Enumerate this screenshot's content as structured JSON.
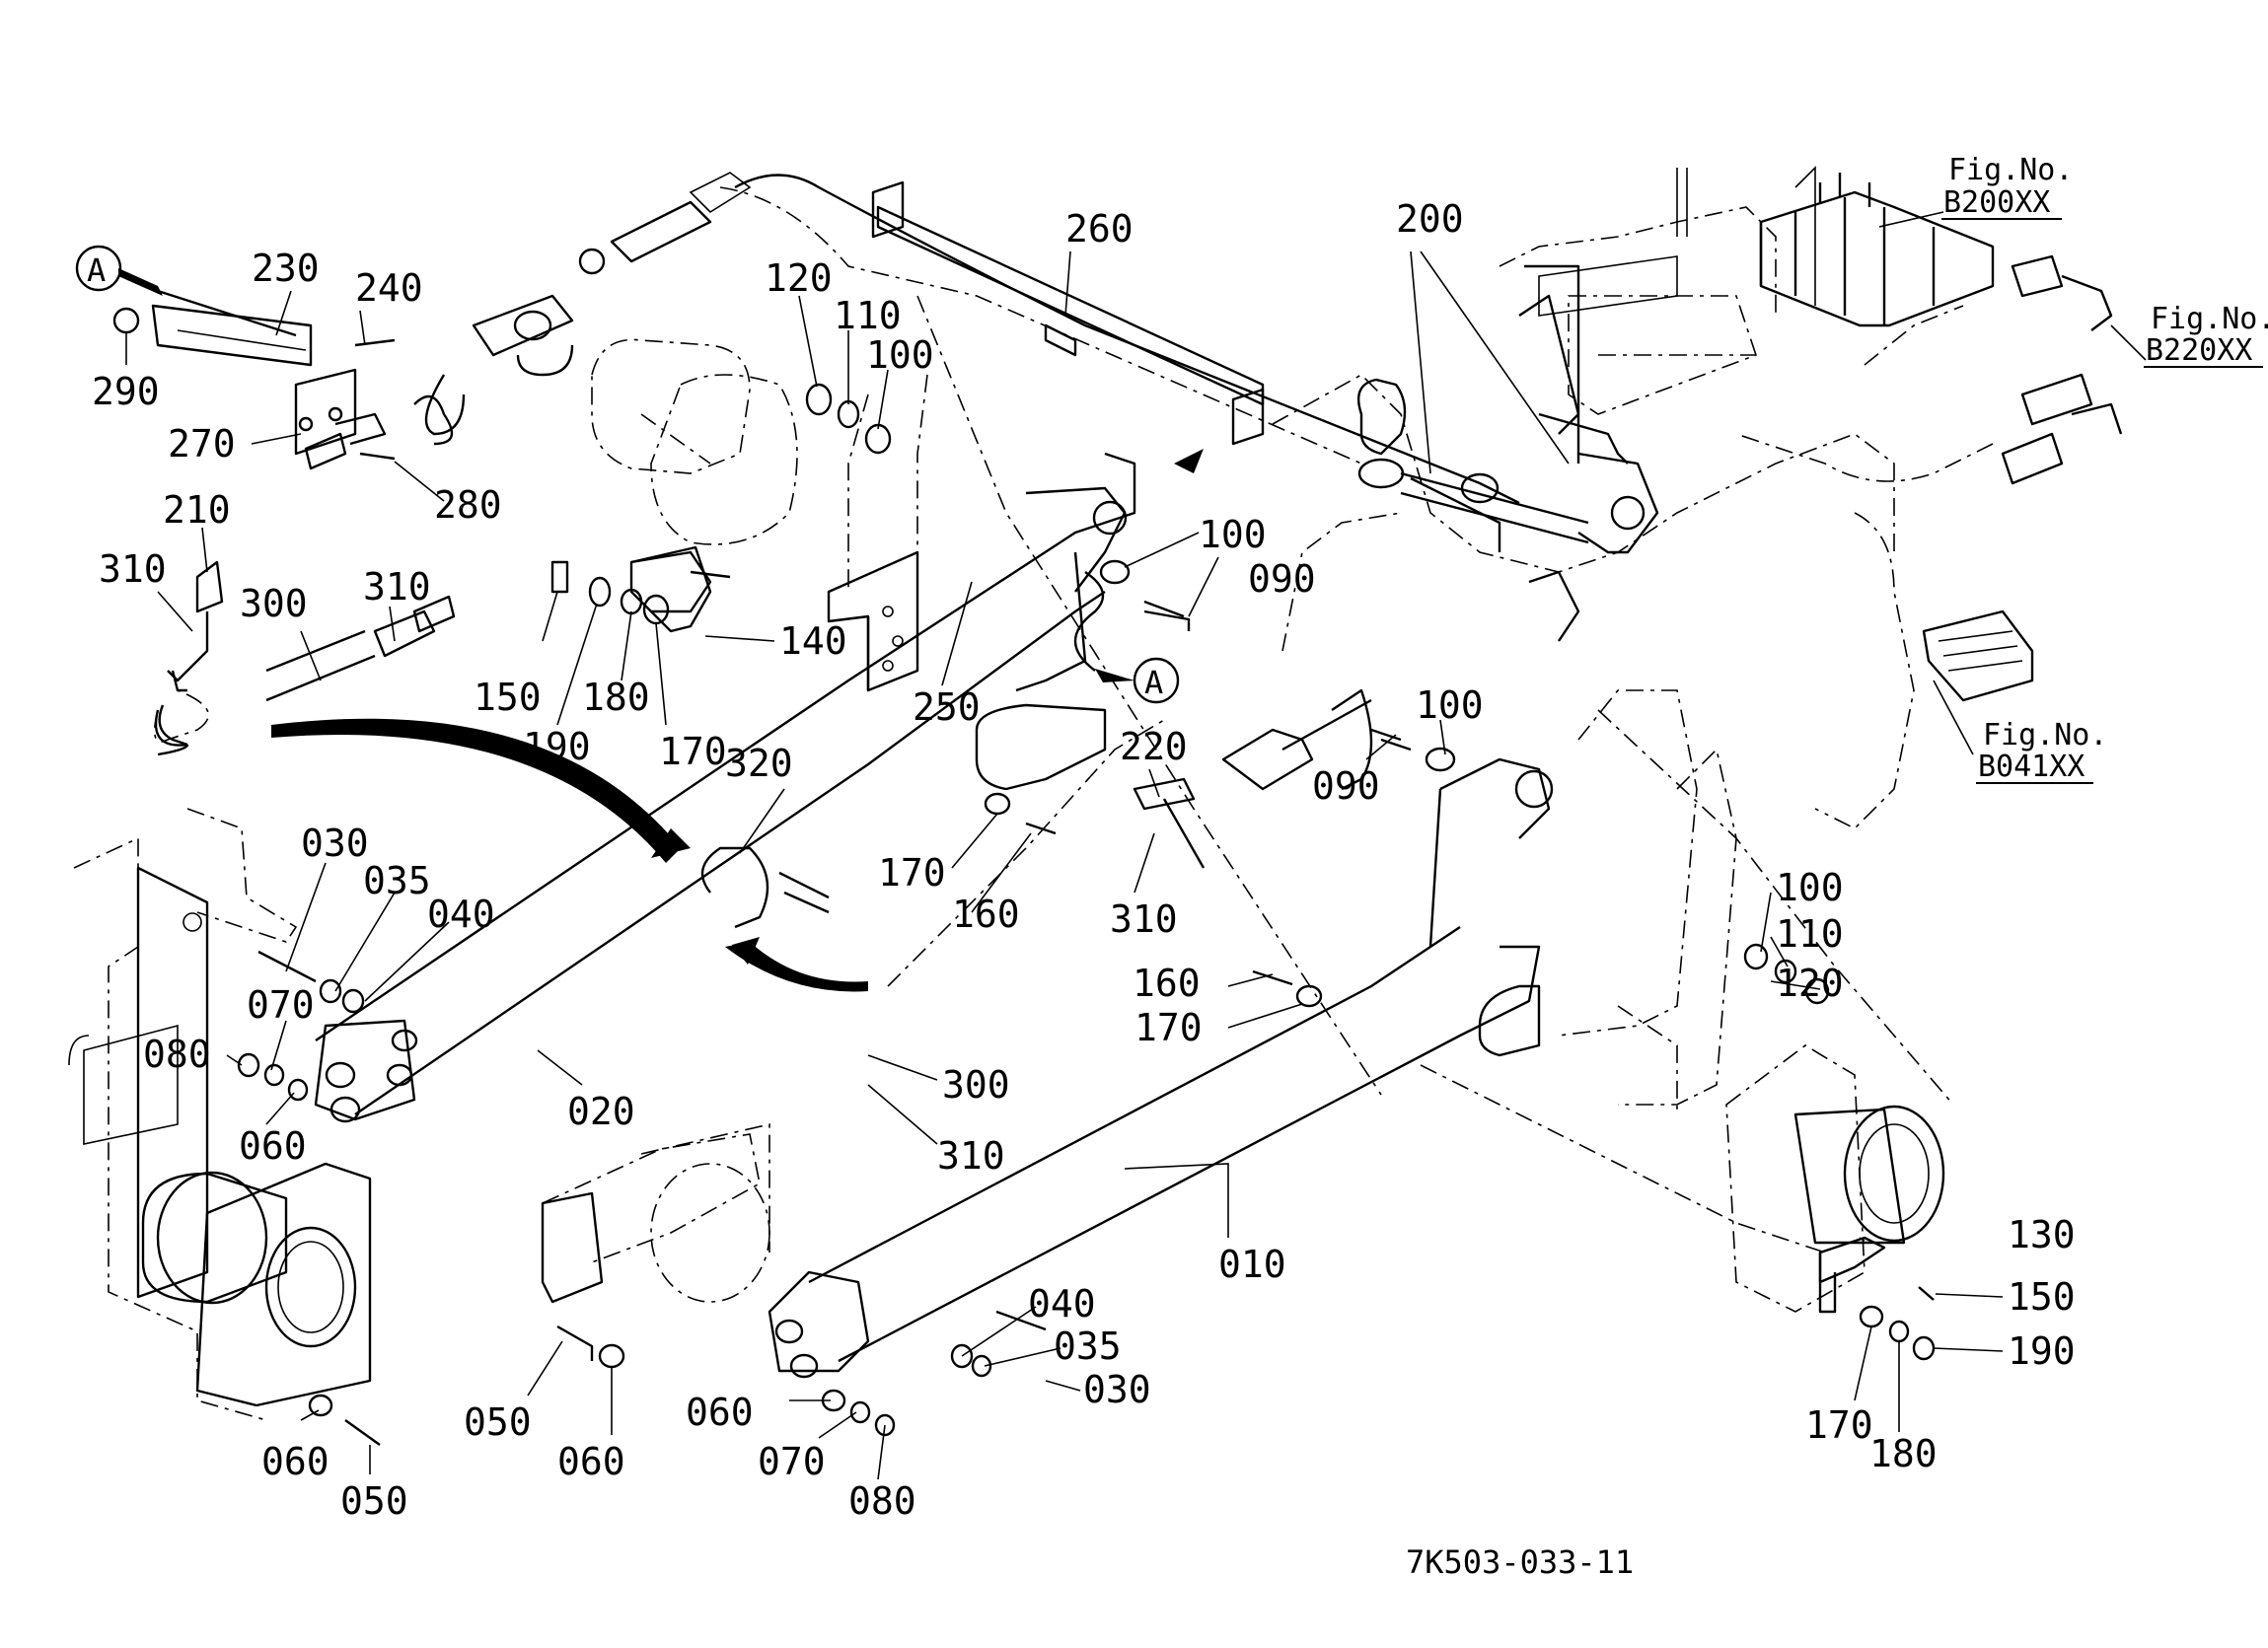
{
  "drawing_number": "7K503-033-11",
  "callout_letter": "A",
  "callouts": [
    {
      "id": "c-010",
      "label": "010"
    },
    {
      "id": "c-020",
      "label": "020"
    },
    {
      "id": "c-030a",
      "label": "030"
    },
    {
      "id": "c-030b",
      "label": "030"
    },
    {
      "id": "c-035a",
      "label": "035"
    },
    {
      "id": "c-035b",
      "label": "035"
    },
    {
      "id": "c-040a",
      "label": "040"
    },
    {
      "id": "c-040b",
      "label": "040"
    },
    {
      "id": "c-050a",
      "label": "050"
    },
    {
      "id": "c-050b",
      "label": "050"
    },
    {
      "id": "c-060a",
      "label": "060"
    },
    {
      "id": "c-060b",
      "label": "060"
    },
    {
      "id": "c-060c",
      "label": "060"
    },
    {
      "id": "c-060d",
      "label": "060"
    },
    {
      "id": "c-070a",
      "label": "070"
    },
    {
      "id": "c-070b",
      "label": "070"
    },
    {
      "id": "c-080a",
      "label": "080"
    },
    {
      "id": "c-080b",
      "label": "080"
    },
    {
      "id": "c-090a",
      "label": "090"
    },
    {
      "id": "c-090b",
      "label": "090"
    },
    {
      "id": "c-100a",
      "label": "100"
    },
    {
      "id": "c-100b",
      "label": "100"
    },
    {
      "id": "c-100c",
      "label": "100"
    },
    {
      "id": "c-100d",
      "label": "100"
    },
    {
      "id": "c-110a",
      "label": "110"
    },
    {
      "id": "c-110b",
      "label": "110"
    },
    {
      "id": "c-120a",
      "label": "120"
    },
    {
      "id": "c-120b",
      "label": "120"
    },
    {
      "id": "c-130",
      "label": "130"
    },
    {
      "id": "c-140",
      "label": "140"
    },
    {
      "id": "c-150a",
      "label": "150"
    },
    {
      "id": "c-150b",
      "label": "150"
    },
    {
      "id": "c-160a",
      "label": "160"
    },
    {
      "id": "c-160b",
      "label": "160"
    },
    {
      "id": "c-170a",
      "label": "170"
    },
    {
      "id": "c-170b",
      "label": "170"
    },
    {
      "id": "c-170c",
      "label": "170"
    },
    {
      "id": "c-170d",
      "label": "170"
    },
    {
      "id": "c-180a",
      "label": "180"
    },
    {
      "id": "c-180b",
      "label": "180"
    },
    {
      "id": "c-190a",
      "label": "190"
    },
    {
      "id": "c-190b",
      "label": "190"
    },
    {
      "id": "c-200",
      "label": "200"
    },
    {
      "id": "c-210",
      "label": "210"
    },
    {
      "id": "c-220",
      "label": "220"
    },
    {
      "id": "c-230",
      "label": "230"
    },
    {
      "id": "c-240",
      "label": "240"
    },
    {
      "id": "c-250",
      "label": "250"
    },
    {
      "id": "c-260",
      "label": "260"
    },
    {
      "id": "c-270",
      "label": "270"
    },
    {
      "id": "c-280",
      "label": "280"
    },
    {
      "id": "c-290",
      "label": "290"
    },
    {
      "id": "c-300a",
      "label": "300"
    },
    {
      "id": "c-300b",
      "label": "300"
    },
    {
      "id": "c-310a",
      "label": "310"
    },
    {
      "id": "c-310b",
      "label": "310"
    },
    {
      "id": "c-310c",
      "label": "310"
    },
    {
      "id": "c-310d",
      "label": "310"
    },
    {
      "id": "c-320",
      "label": "320"
    }
  ],
  "figure_refs": [
    {
      "id": "ref-b200",
      "caption": "Fig.No.",
      "number": "B200XX"
    },
    {
      "id": "ref-b220",
      "caption": "Fig.No.",
      "number": "B220XX"
    },
    {
      "id": "ref-b041",
      "caption": "Fig.No.",
      "number": "B041XX"
    }
  ]
}
